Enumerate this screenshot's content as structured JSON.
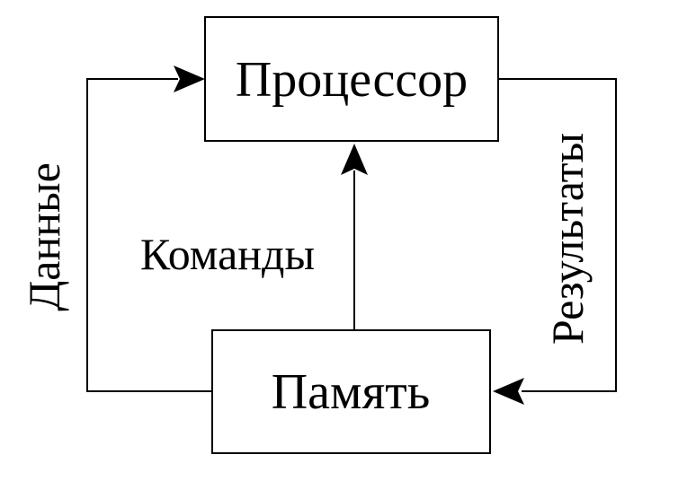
{
  "nodes": {
    "processor": "Процессор",
    "memory": "Память"
  },
  "edges": {
    "data": "Данные",
    "commands": "Команды",
    "results": "Результаты"
  }
}
